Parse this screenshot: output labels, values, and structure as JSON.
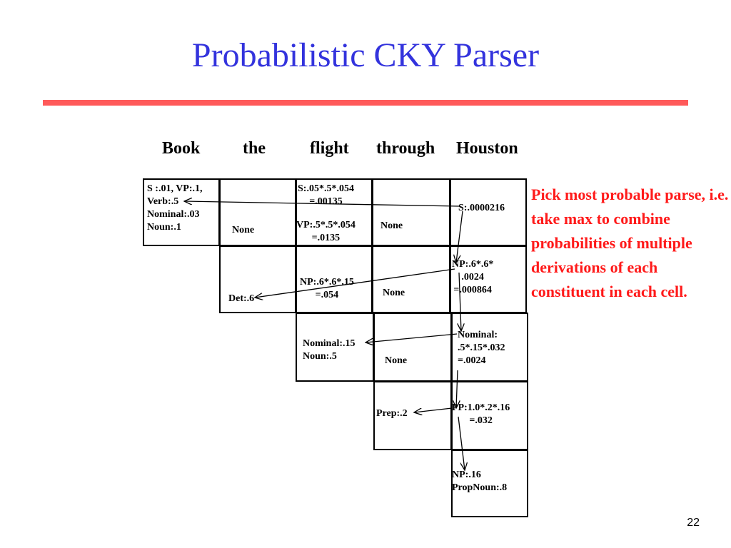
{
  "title": "Probabilistic CKY Parser",
  "title_color": "#3333dd",
  "rule_color": "#ff5a5a",
  "note_color": "#ff1a1a",
  "words": [
    "Book",
    "the",
    "flight",
    "through",
    "Houston"
  ],
  "cells": {
    "c00": "S :.01, VP:.1,\nVerb:.5\nNominal:.03\nNoun:.1",
    "c01": "None",
    "c02a": "S:.05*.5*.054\n=.00135",
    "c02b": "VP:.5*.5*.054\n=.0135",
    "c03": "None",
    "c04": "S:.0000216",
    "c11": "Det:.6",
    "c12": "NP:.6*.6*.15\n=.054",
    "c13": "None",
    "c14": "NP:.6*.6*\n.0024\n=.000864",
    "c22": "Nominal:.15\nNoun:.5",
    "c23": "None",
    "c24": "Nominal:\n.5*.15*.032\n=.0024",
    "c33": "Prep:.2",
    "c34": "PP:1.0*.2*.16\n=.032",
    "c44": "NP:.16\nPropNoun:.8"
  },
  "note": "Pick most probable parse, i.e. take max to combine probabilities of multiple derivations of each constituent in each cell.",
  "page_number": "22"
}
